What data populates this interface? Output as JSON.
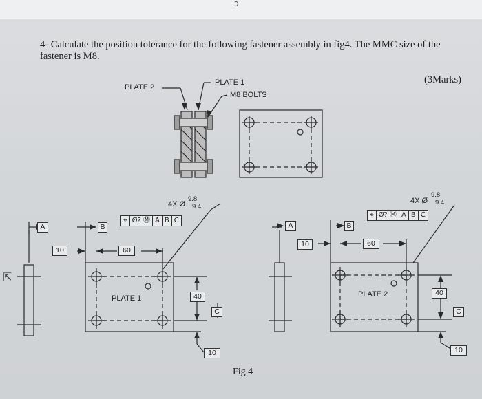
{
  "header": {
    "mark": "ɔ"
  },
  "question": {
    "text": "4- Calculate the position tolerance for the following fastener assembly in fig4.  The MMC size of the fastener is M8.",
    "marks": "(3Marks)"
  },
  "assembly": {
    "plate2_label": "PLATE 2",
    "plate1_label": "PLATE 1",
    "bolts_label": "M8 BOLTS"
  },
  "left_view": {
    "datum_a": "A",
    "datum_b": "B",
    "dim_10": "10",
    "dim_60": "60",
    "dim_40": "40",
    "dim_10b": "10",
    "datum_c": "C",
    "plate_label": "PLATE 1",
    "hole_callout": "4X Ø",
    "hole_upper": "9.8",
    "hole_lower": "9.4",
    "fcf": [
      "⌖",
      "Ø? Ⓜ",
      "A",
      "B",
      "C"
    ]
  },
  "right_view": {
    "datum_a": "A",
    "datum_b": "B",
    "dim_10": "10",
    "dim_60": "60",
    "dim_40": "40",
    "dim_10b": "10",
    "datum_c": "C",
    "plate_label": "PLATE 2",
    "hole_callout": "4X Ø",
    "hole_upper": "9.8",
    "hole_lower": "9.4",
    "fcf": [
      "⌖",
      "Ø? Ⓜ",
      "A",
      "B",
      "C"
    ]
  },
  "figure_caption": "Fig.4"
}
